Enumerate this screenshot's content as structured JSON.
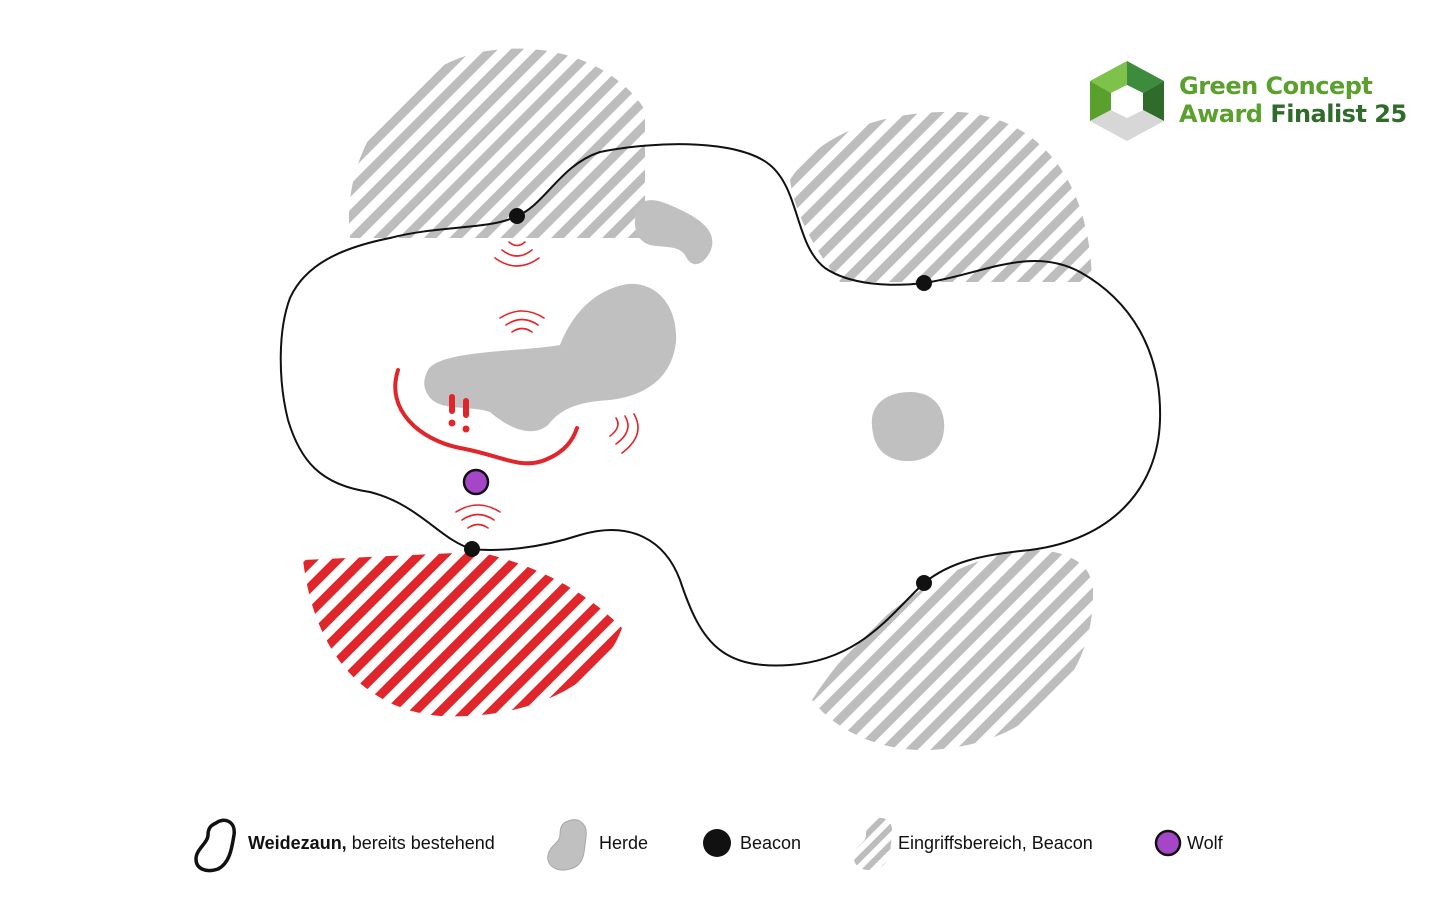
{
  "colors": {
    "fence": "#111111",
    "herd": "#c0c0c0",
    "zone_gray": "#bdbdbd",
    "zone_alert": "#e0262a",
    "beacon": "#111111",
    "wolf": "#a546c9",
    "award_light_green": "#5aa02c",
    "award_dark_green": "#2f6b2a"
  },
  "award": {
    "word1": "Green",
    "word2": "Concept",
    "word3": "Award",
    "word4": "Finalist 25",
    "icon": "award-hexagon-logo"
  },
  "legend": {
    "fence": {
      "label_bold": "Weidezaun,",
      "label_rest": " bereits bestehend",
      "icon": "fence-outline-icon"
    },
    "herd": {
      "label": "Herde",
      "icon": "herd-blob-icon"
    },
    "beacon": {
      "label": "Beacon",
      "icon": "beacon-dot-icon"
    },
    "zone": {
      "label": "Eingriffsbereich, Beacon",
      "icon": "hatched-zone-icon"
    },
    "wolf": {
      "label": "Wolf",
      "icon": "wolf-dot-icon"
    }
  },
  "alert": {
    "symbol": "!!"
  }
}
